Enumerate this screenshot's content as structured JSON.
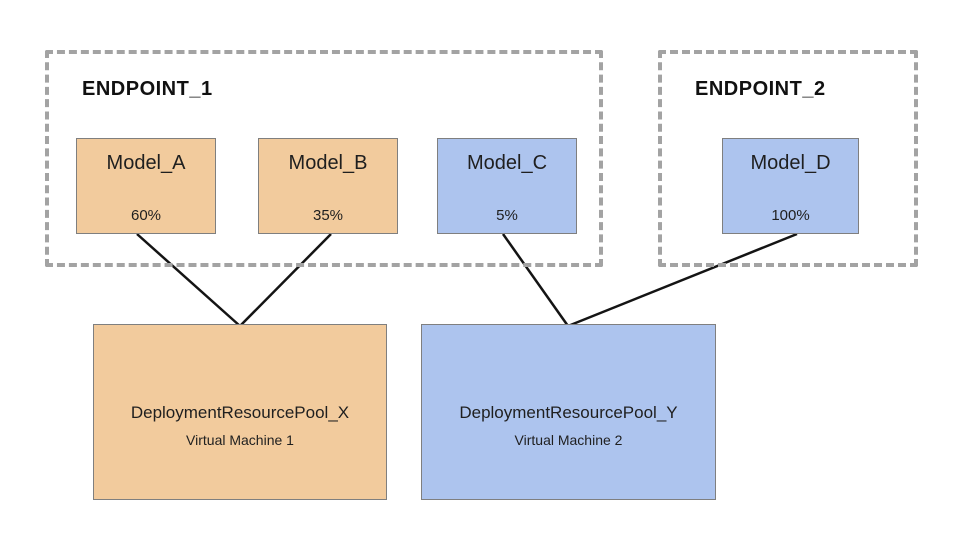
{
  "endpoints": [
    {
      "label": "ENDPOINT_1",
      "models": [
        {
          "name": "Model_A",
          "traffic": "60%",
          "color": "#f2cb9d"
        },
        {
          "name": "Model_B",
          "traffic": "35%",
          "color": "#f2cb9d"
        },
        {
          "name": "Model_C",
          "traffic": "5%",
          "color": "#adc4ee"
        }
      ]
    },
    {
      "label": "ENDPOINT_2",
      "models": [
        {
          "name": "Model_D",
          "traffic": "100%",
          "color": "#adc4ee"
        }
      ]
    }
  ],
  "pools": [
    {
      "name": "DeploymentResourcePool_X",
      "machine": "Virtual Machine 1",
      "color": "#f2cb9d"
    },
    {
      "name": "DeploymentResourcePool_Y",
      "machine": "Virtual Machine 2",
      "color": "#adc4ee"
    }
  ],
  "connections": [
    {
      "from": "Model_A",
      "to": "DeploymentResourcePool_X"
    },
    {
      "from": "Model_B",
      "to": "DeploymentResourcePool_X"
    },
    {
      "from": "Model_C",
      "to": "DeploymentResourcePool_Y"
    },
    {
      "from": "Model_D",
      "to": "DeploymentResourcePool_Y"
    }
  ],
  "colors": {
    "warm_fill": "#f2cb9d",
    "cool_fill": "#adc4ee",
    "box_border": "#7f7f7f",
    "dashed_border": "#a3a3a3",
    "connector_line": "#141414",
    "text": "#1f1f1f",
    "background": "#ffffff"
  }
}
